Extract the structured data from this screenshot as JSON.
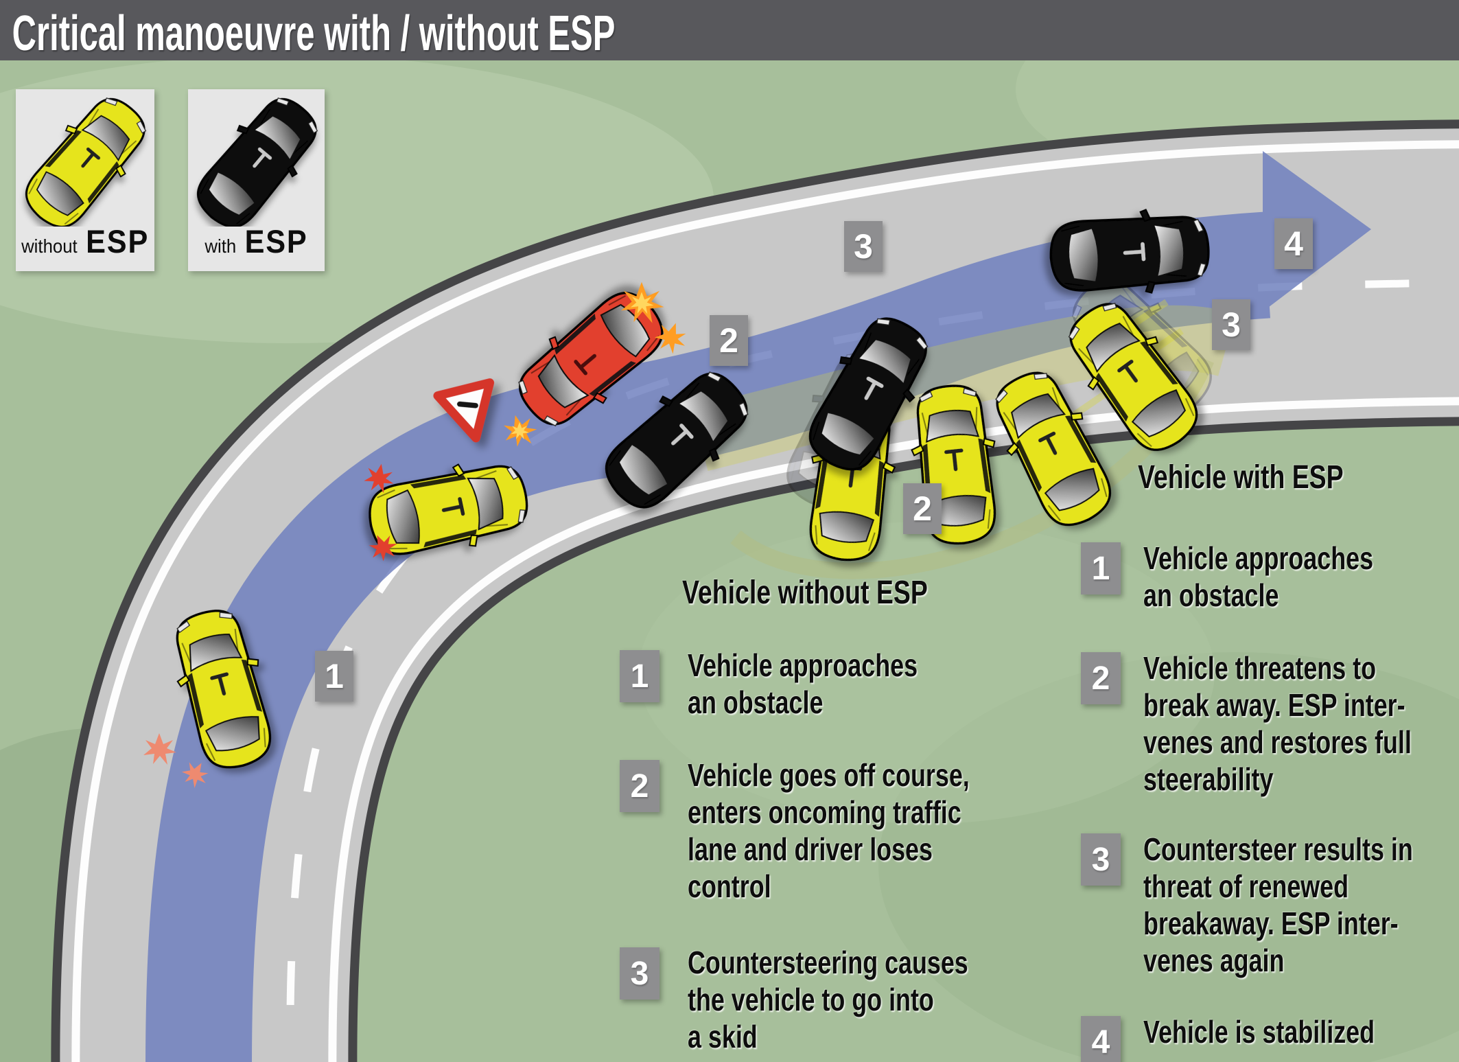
{
  "title": "Critical manoeuvre with / without ESP",
  "colors": {
    "title_bar": "#58585c",
    "grass": "#a7bf9b",
    "road": "#c8c8c8",
    "road_edge": "#454547",
    "lane_white": "#fdfdfd",
    "path_blue": "#6f80bf",
    "car_yellow": "#e6e41e",
    "car_black": "#0c0c0c",
    "car_red": "#e2402e",
    "badge_gray": "#8e8e90",
    "legend_bg": "#e6e6e6",
    "skid_yellow": "#cfcf4e"
  },
  "legend": {
    "without": {
      "prefix": "without",
      "esp": "ESP"
    },
    "with": {
      "prefix": "with",
      "esp": "ESP"
    }
  },
  "diagram": {
    "markers": {
      "start": "1",
      "without_2": "2",
      "without_3": "3",
      "with_2": "2",
      "with_3": "3",
      "with_4": "4"
    },
    "cars": [
      {
        "name": "car-without-esp-start",
        "color": "yellow"
      },
      {
        "name": "car-without-esp-sliding",
        "color": "yellow"
      },
      {
        "name": "car-without-esp-spin-1",
        "color": "yellow"
      },
      {
        "name": "car-without-esp-spin-2",
        "color": "yellow"
      },
      {
        "name": "car-without-esp-spin-3",
        "color": "yellow"
      },
      {
        "name": "car-without-esp-spin-4",
        "color": "yellow"
      },
      {
        "name": "car-with-esp-swerve",
        "color": "black"
      },
      {
        "name": "car-with-esp-counter",
        "color": "black"
      },
      {
        "name": "car-with-esp-stabilized",
        "color": "black"
      },
      {
        "name": "car-oncoming-obstacle",
        "color": "red"
      }
    ]
  },
  "sections": {
    "without_esp": {
      "heading": "Vehicle without ESP",
      "items": [
        {
          "num": "1",
          "text": "Vehicle approaches\nan obstacle"
        },
        {
          "num": "2",
          "text": "Vehicle goes off course,\nenters oncoming traffic\nlane and driver loses\ncontrol"
        },
        {
          "num": "3",
          "text": "Countersteering causes\nthe vehicle to go into\na skid"
        }
      ]
    },
    "with_esp": {
      "heading": "Vehicle with ESP",
      "items": [
        {
          "num": "1",
          "text": "Vehicle approaches\nan obstacle"
        },
        {
          "num": "2",
          "text": "Vehicle threatens to\nbreak away. ESP inter-\nvenes and restores full\nsteerability"
        },
        {
          "num": "3",
          "text": "Countersteer results in\nthreat of renewed\nbreakaway. ESP inter-\nvenes again"
        },
        {
          "num": "4",
          "text": "Vehicle is stabilized"
        }
      ]
    }
  }
}
